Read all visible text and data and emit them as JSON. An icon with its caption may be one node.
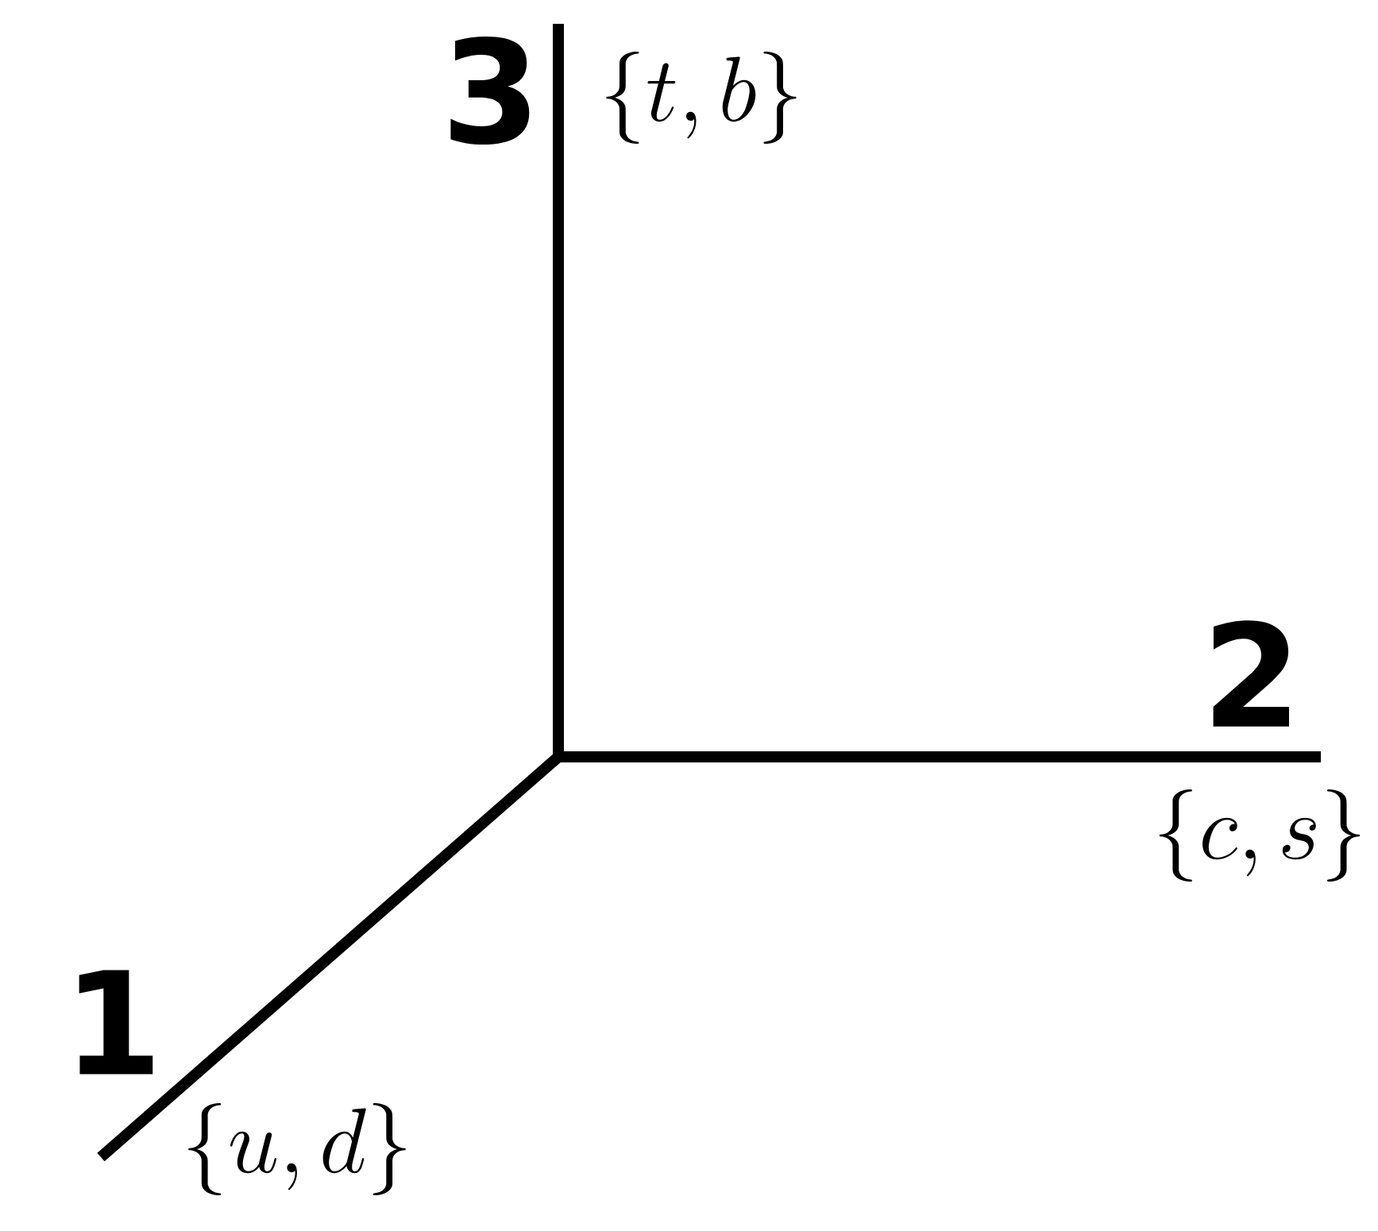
{
  "diagram": {
    "labels": [
      "3",
      "\\{t, b\\}",
      "2",
      "\\{c, s\\}",
      "1",
      "\\{u, d\\}"
    ]
  }
}
